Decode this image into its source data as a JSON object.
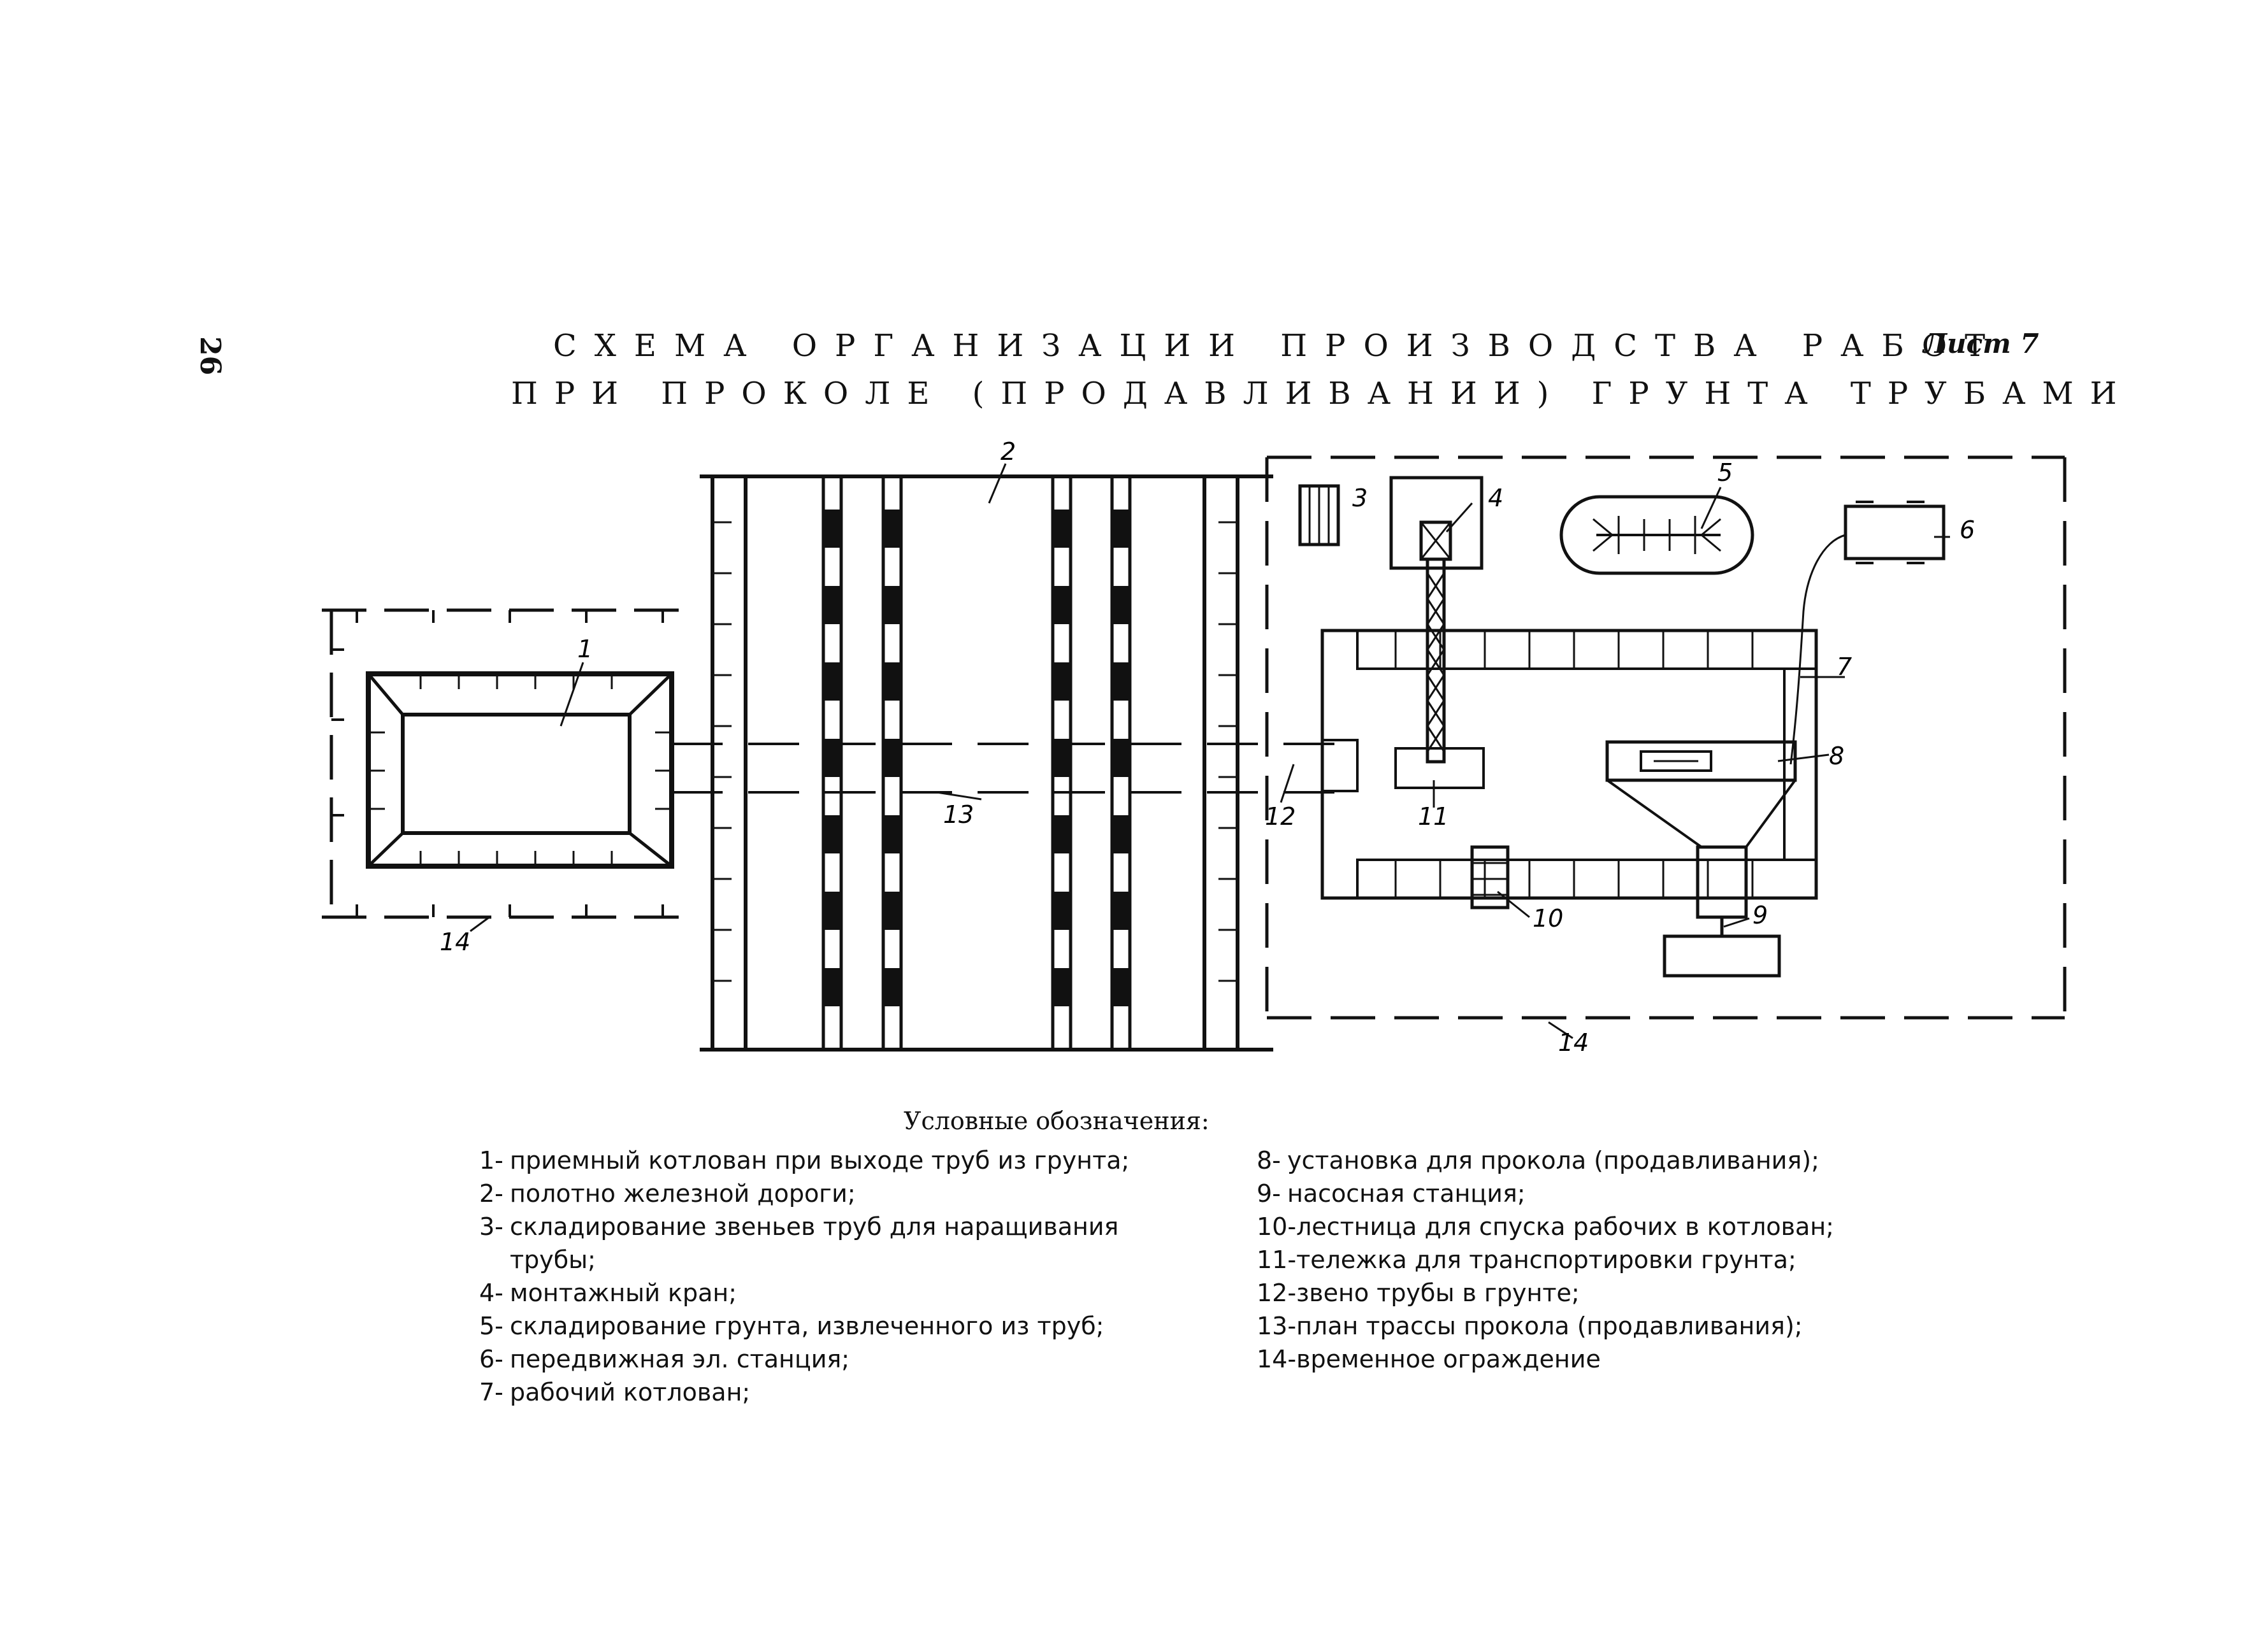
{
  "page_number": "26",
  "sheet": "Лист 7",
  "title": {
    "line1": "СХЕМА ОРГАНИЗАЦИИ ПРОИЗВОДСТВА РАБОТ",
    "line2": "ПРИ ПРОКОЛЕ (ПРОДАВЛИВАНИИ) ГРУНТА ТРУБАМИ"
  },
  "diagram": {
    "labels": [
      "1",
      "2",
      "3",
      "4",
      "5",
      "6",
      "7",
      "8",
      "9",
      "10",
      "11",
      "12",
      "13",
      "14",
      "14"
    ]
  },
  "legend": {
    "title": "Условные обозначения:",
    "left": [
      {
        "num": "1-",
        "text": "приемный котлован при выходе труб из грунта;"
      },
      {
        "num": "2-",
        "text": "полотно железной дороги;"
      },
      {
        "num": "3-",
        "text": "складирование звеньев труб для наращивания трубы;"
      },
      {
        "num": "4-",
        "text": "монтажный кран;"
      },
      {
        "num": "5-",
        "text": "складирование грунта, извлеченного из труб;"
      },
      {
        "num": "6-",
        "text": "передвижная эл. станция;"
      },
      {
        "num": "7-",
        "text": "рабочий котлован;"
      }
    ],
    "right": [
      {
        "num": "8-",
        "text": "установка для прокола (продавливания);"
      },
      {
        "num": "9-",
        "text": "насосная станция;"
      },
      {
        "num": "10-",
        "text": "лестница для спуска рабочих в котлован;"
      },
      {
        "num": "11-",
        "text": "тележка для транспортировки грунта;"
      },
      {
        "num": "12-",
        "text": "звено трубы в грунте;"
      },
      {
        "num": "13-",
        "text": "план трассы прокола (продавливания);"
      },
      {
        "num": "14-",
        "text": "временное ограждение"
      }
    ]
  }
}
